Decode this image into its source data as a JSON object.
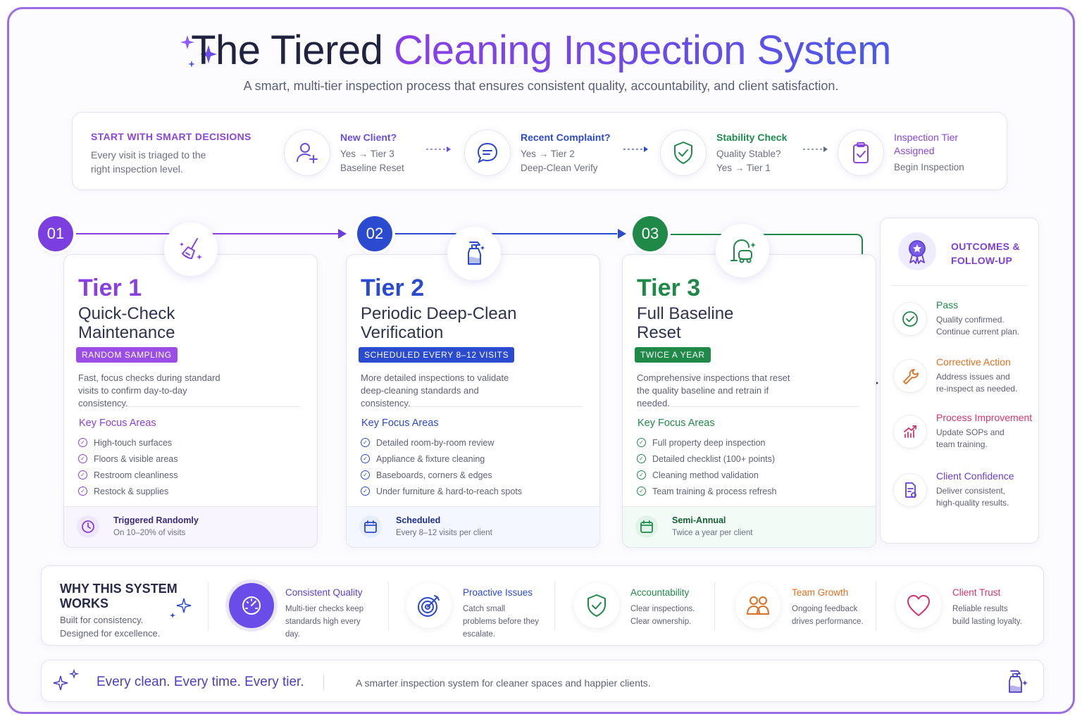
{
  "header": {
    "title_plain": "The Tiered ",
    "title_accent": "Cleaning Inspection System",
    "subtitle": "A smart, multi-tier inspection process that ensures consistent quality, accountability, and client satisfaction."
  },
  "triage": {
    "heading": "START WITH SMART DECISIONS",
    "text": "Every visit is triaged to the right inspection level.",
    "steps": [
      {
        "icon": "add-user-icon",
        "title": "New Client?",
        "line1": "Yes → Tier 3",
        "line2": "Baseline Reset",
        "color": "#6b4de0"
      },
      {
        "icon": "chat-bubble-icon",
        "title": "Recent Complaint?",
        "line1": "Yes → Tier 2",
        "line2": "Deep-Clean Verify",
        "color": "#2c49c9"
      },
      {
        "icon": "shield-check-icon",
        "title": "Stability Check",
        "line1": "Quality Stable?",
        "line2": "Yes → Tier 1",
        "color": "#1e8a4e"
      },
      {
        "icon": "clipboard-check-icon",
        "title": "Inspection Tier Assigned",
        "line1": "",
        "line2": "Begin Inspection",
        "color": "#8b45df"
      }
    ]
  },
  "tiers": [
    {
      "number": "01",
      "name": "Tier 1",
      "subtitle": "Quick-Check Maintenance",
      "tag": "RANDOM SAMPLING",
      "description": "Fast, focus checks during standard visits to confirm day-to-day consistency.",
      "focus_heading": "Key Focus Areas",
      "focus": [
        "High-touch surfaces",
        "Floors & visible areas",
        "Restroom cleanliness",
        "Restock & supplies"
      ],
      "footer_title": "Triggered Randomly",
      "footer_text": "On 10–20% of visits",
      "icon": "broom-icon",
      "footer_icon": "clock-icon",
      "color": "#8a3fe0"
    },
    {
      "number": "02",
      "name": "Tier 2",
      "subtitle": "Periodic Deep-Clean Verification",
      "tag": "SCHEDULED EVERY 8–12 VISITS",
      "description": "More detailed inspections to validate deep-cleaning standards and consistency.",
      "focus_heading": "Key Focus Areas",
      "focus": [
        "Detailed room-by-room review",
        "Appliance & fixture cleaning",
        "Baseboards, corners & edges",
        "Under furniture & hard-to-reach spots"
      ],
      "footer_title": "Scheduled",
      "footer_text": "Every 8–12 visits per client",
      "icon": "spray-bottle-icon",
      "footer_icon": "calendar-icon",
      "color": "#2a4ad0"
    },
    {
      "number": "03",
      "name": "Tier 3",
      "subtitle": "Full Baseline Reset",
      "tag": "TWICE A YEAR",
      "description": "Comprehensive inspections that reset the quality baseline and retrain if needed.",
      "focus_heading": "Key Focus Areas",
      "focus": [
        "Full property deep inspection",
        "Detailed checklist (100+ points)",
        "Cleaning method validation",
        "Team training & process refresh"
      ],
      "footer_title": "Semi-Annual",
      "footer_text": "Twice a year per client",
      "icon": "vacuum-icon",
      "footer_icon": "calendar-icon",
      "color": "#1f8a48"
    }
  ],
  "outcomes": {
    "heading": "OUTCOMES & FOLLOW-UP",
    "badge_icon": "award-ribbon-icon",
    "items": [
      {
        "title": "Pass",
        "text": "Quality confirmed. Continue current plan.",
        "icon": "check-circle-icon",
        "color": "#1f8a48"
      },
      {
        "title": "Corrective Action",
        "text": "Address issues and re-inspect as needed.",
        "icon": "wrench-icon",
        "color": "#e0701f"
      },
      {
        "title": "Process Improvement",
        "text": "Update SOPs and team training.",
        "icon": "growth-chart-icon",
        "color": "#d6336c"
      },
      {
        "title": "Client Confidence",
        "text": "Deliver consistent, high-quality results.",
        "icon": "document-icon",
        "color": "#6a3fd6"
      }
    ]
  },
  "why": {
    "heading": "WHY THIS SYSTEM WORKS",
    "text": "Built for consistency. Designed for excellence.",
    "items": [
      {
        "title": "Consistent Quality",
        "text": "Multi-tier checks keep standards high every day.",
        "icon": "gauge-icon",
        "color": "#5b3fd6"
      },
      {
        "title": "Proactive Issues",
        "text": "Catch small problems before they escalate.",
        "icon": "target-icon",
        "color": "#2a4ad0"
      },
      {
        "title": "Accountability",
        "text": "Clear inspections. Clear ownership.",
        "icon": "shield-check-icon",
        "color": "#1f8a48"
      },
      {
        "title": "Team Growth",
        "text": "Ongoing feedback drives performance.",
        "icon": "team-icon",
        "color": "#e0701f"
      },
      {
        "title": "Client Trust",
        "text": "Reliable results build lasting loyalty.",
        "icon": "heart-icon",
        "color": "#d6336c"
      }
    ]
  },
  "tagline": {
    "main": "Every clean. Every time. Every tier.",
    "sub": "A smarter inspection system for cleaner spaces and happier clients.",
    "icon": "spray-bottle-icon"
  }
}
